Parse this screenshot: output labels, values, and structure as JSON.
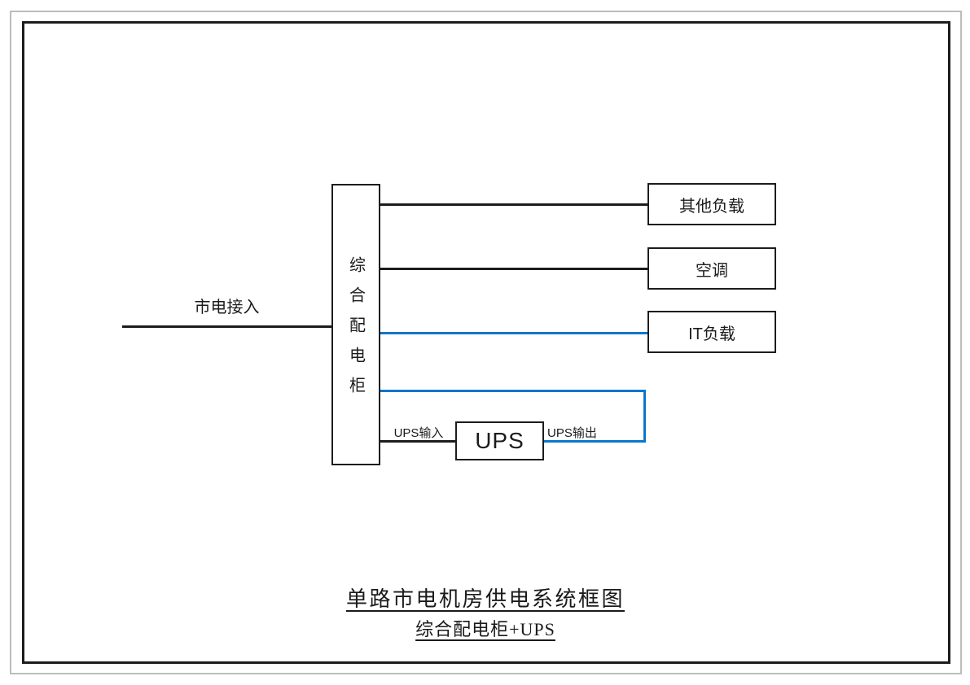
{
  "colors": {
    "line_black": "#1c1c1c",
    "line_blue": "#0b76cb",
    "frame_gray": "#bdbdbd"
  },
  "diagram": {
    "mains_label": "市电接入",
    "cabinet_label": "综合配电柜",
    "loads": [
      {
        "label": "其他负载"
      },
      {
        "label": "空调"
      },
      {
        "label": "IT负载"
      }
    ],
    "ups": {
      "box_label": "UPS",
      "input_label": "UPS输入",
      "output_label": "UPS输出"
    }
  },
  "title": {
    "line1": "单路市电机房供电系统框图",
    "line2": "综合配电柜+UPS"
  }
}
